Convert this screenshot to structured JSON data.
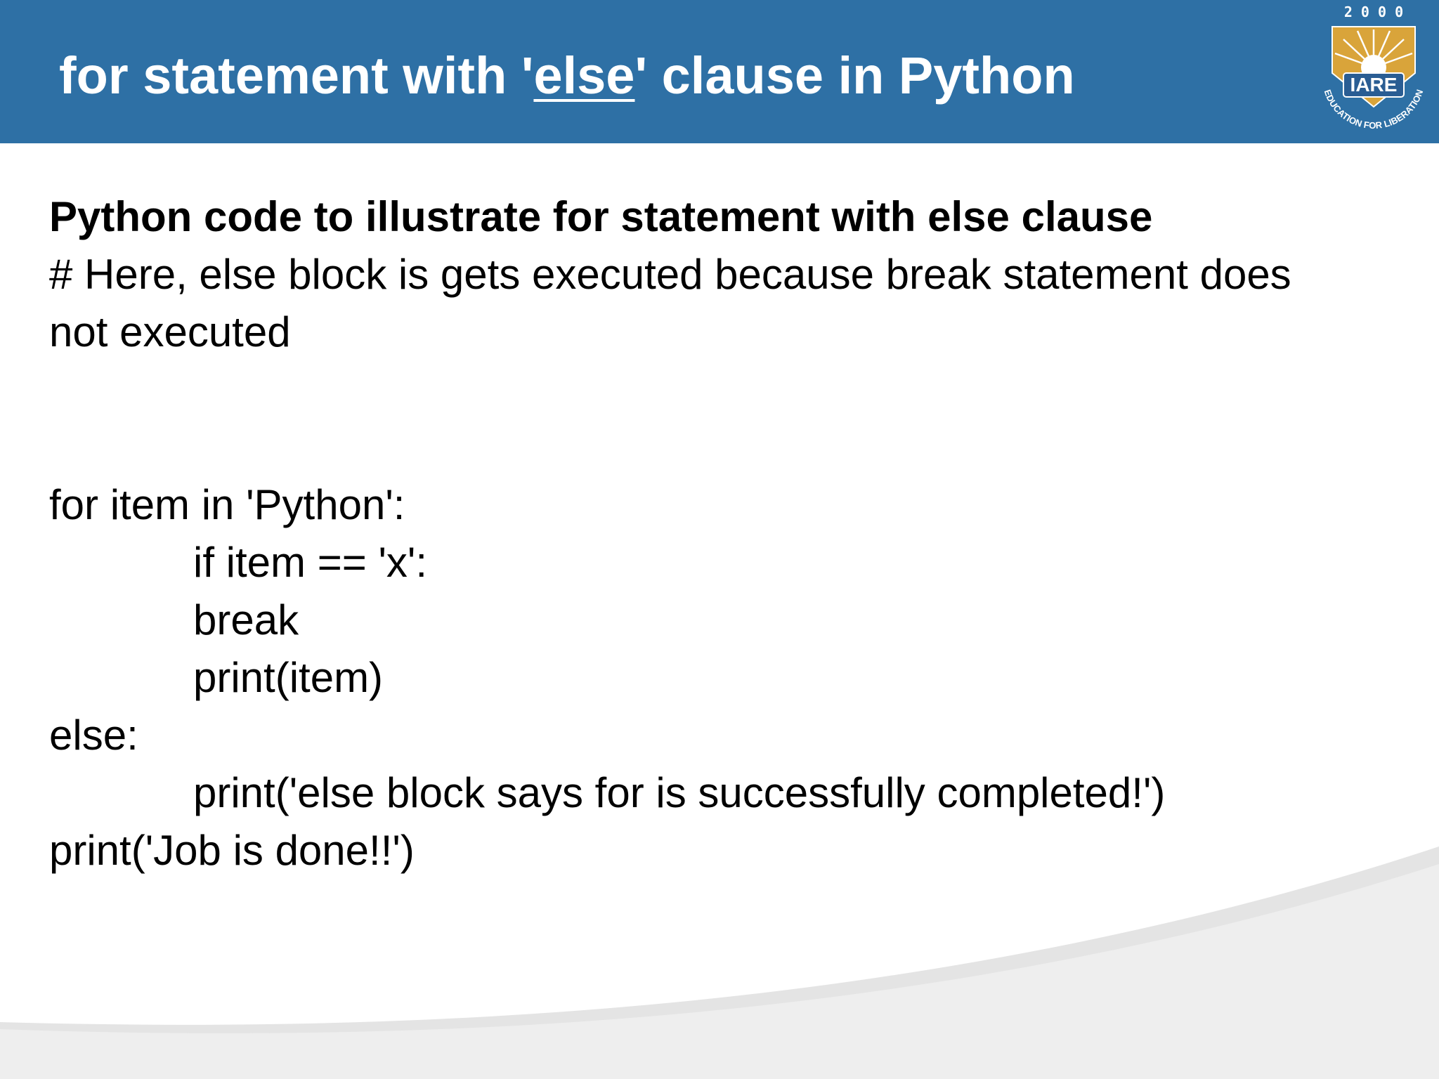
{
  "slide": {
    "title_before": "for statement with '",
    "title_keyword": "else",
    "title_after": "' clause in Python",
    "heading": "Python code to illustrate for statement with else clause",
    "comment_line1": "# Here, else block is gets executed because break statement does",
    "comment_line2": "not executed",
    "code": {
      "line1": "for item in 'Python':",
      "line2": "if item == 'x':",
      "line3": "break",
      "line4": "print(item)",
      "line5": "else:",
      "line6": "print('else block says for is successfully completed!')",
      "line7": "print('Job is done!!')"
    }
  },
  "logo": {
    "year": "2 0 0 0",
    "name": "IARE",
    "motto": "EDUCATION FOR LIBERATION"
  },
  "colors": {
    "header": "#2e70a5",
    "logo_gold": "#d9a43a",
    "logo_blue": "#2a5d93"
  }
}
